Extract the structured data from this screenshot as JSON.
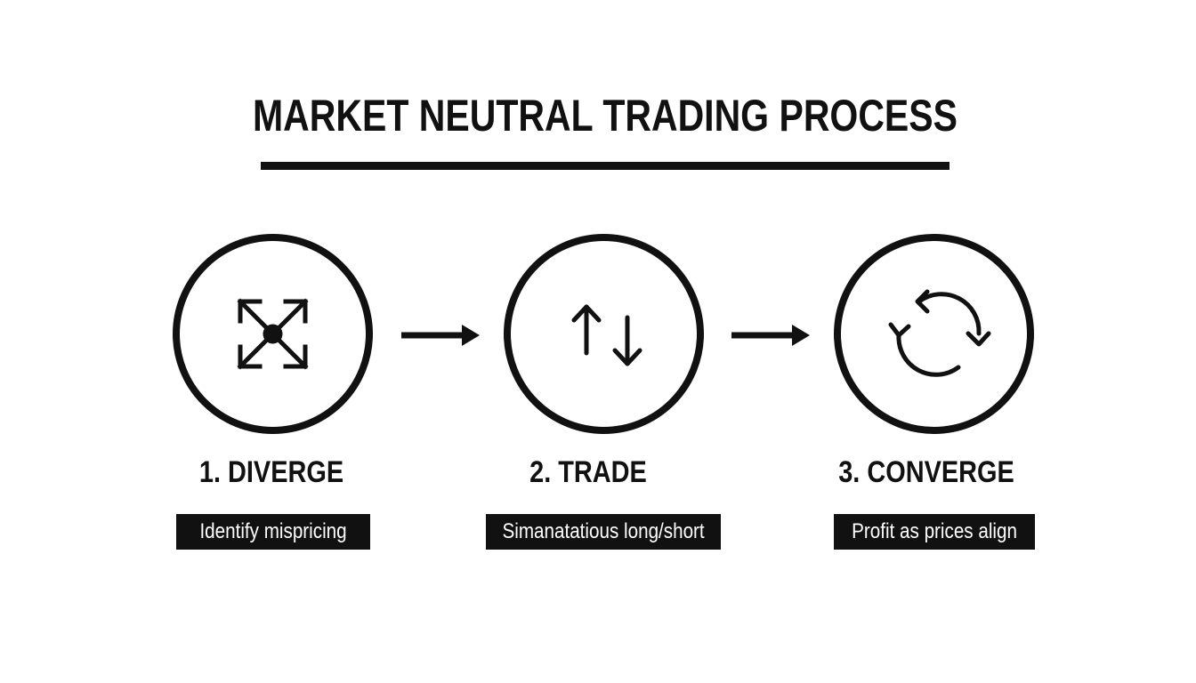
{
  "title": "MARKET NEUTRAL TRADING PROCESS",
  "steps": [
    {
      "label": "1. DIVERGE",
      "description": "Identify mispricing",
      "icon": "diverge-arrows-icon"
    },
    {
      "label": "2. TRADE",
      "description": "Simanatatious long/short",
      "icon": "up-down-arrows-icon"
    },
    {
      "label": "3. CONVERGE",
      "description": "Profit as prices align",
      "icon": "cycle-arrows-icon"
    }
  ],
  "colors": {
    "ink": "#111111",
    "background": "#ffffff",
    "label_text": "#ffffff"
  }
}
